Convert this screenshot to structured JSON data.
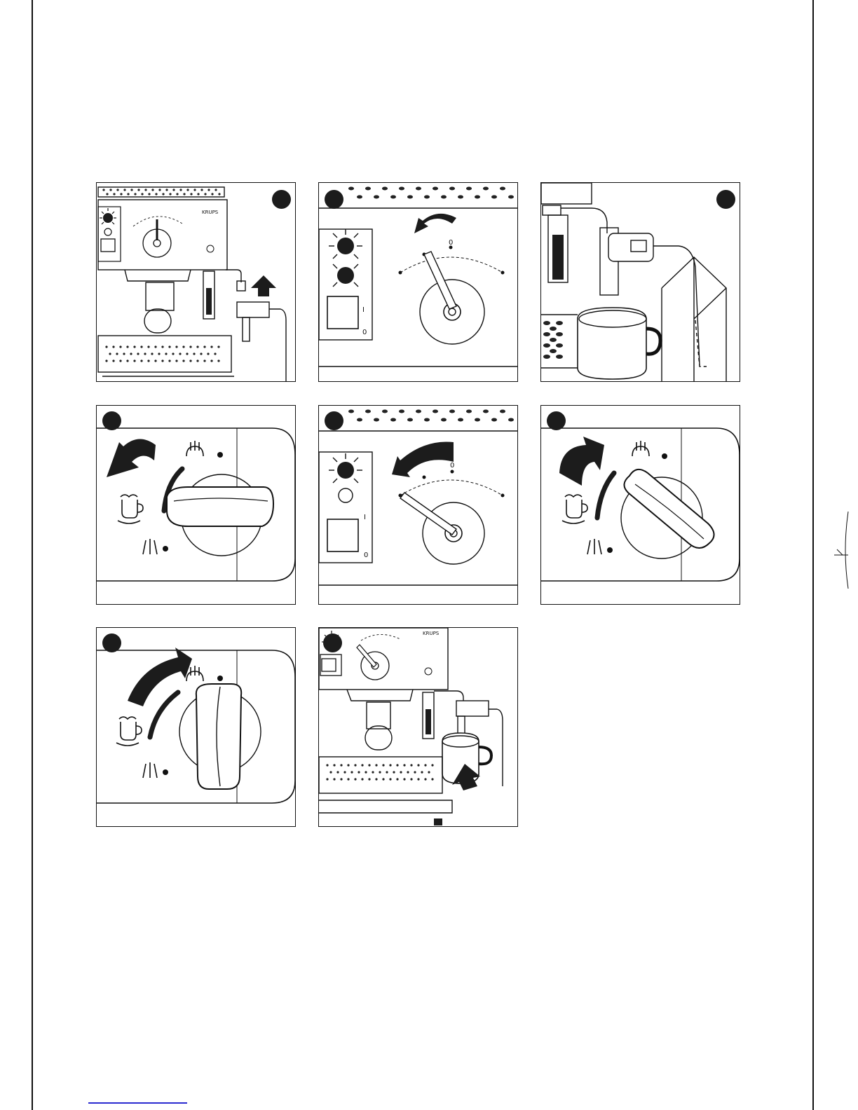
{
  "brand": "KRUPS",
  "dial": {
    "zero_label": "0",
    "one_label": "I",
    "off_label": "0"
  },
  "accent_color": "#1c1c1c",
  "panels": [
    {
      "id": "p1",
      "icons": [
        "steam-indicator-light-icon",
        "up-arrow-icon",
        "steam-nozzle-icon"
      ]
    },
    {
      "id": "p2",
      "icons": [
        "indicator-light-icon",
        "rotate-arrow-icon",
        "selector-dial-icon"
      ]
    },
    {
      "id": "p3",
      "icons": [
        "cup-icon",
        "steam-wand-icon",
        "milk-carton-icon"
      ]
    },
    {
      "id": "p4",
      "icons": [
        "rotate-left-arrow-icon",
        "steam-symbol-icon",
        "cup-symbol-icon",
        "water-symbol-icon",
        "knob-icon"
      ]
    },
    {
      "id": "p5",
      "icons": [
        "indicator-light-icon",
        "rotate-arrow-icon",
        "selector-dial-icon"
      ]
    },
    {
      "id": "p6",
      "icons": [
        "rotate-right-arrow-icon",
        "steam-symbol-icon",
        "cup-symbol-icon",
        "water-symbol-icon",
        "knob-icon"
      ]
    },
    {
      "id": "p7",
      "icons": [
        "rotate-right-arrow-icon",
        "steam-symbol-icon",
        "cup-symbol-icon",
        "water-symbol-icon",
        "knob-icon"
      ]
    },
    {
      "id": "p8",
      "icons": [
        "indicator-light-icon",
        "up-arrow-icon",
        "cup-icon"
      ]
    }
  ]
}
